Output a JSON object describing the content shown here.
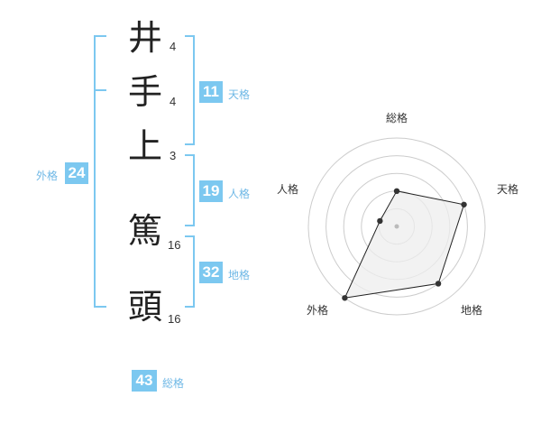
{
  "name_chars": [
    {
      "char": "井",
      "strokes": "4"
    },
    {
      "char": "手",
      "strokes": "4"
    },
    {
      "char": "上",
      "strokes": "3"
    },
    {
      "char": "篤",
      "strokes": "16"
    },
    {
      "char": "頭",
      "strokes": "16"
    }
  ],
  "scores": {
    "tenkaku": {
      "value": "11",
      "label": "天格"
    },
    "jinkaku": {
      "value": "19",
      "label": "人格"
    },
    "chikaku": {
      "value": "32",
      "label": "地格"
    },
    "gaikaku": {
      "value": "24",
      "label": "外格"
    },
    "soukaku": {
      "value": "43",
      "label": "総格"
    }
  },
  "colors": {
    "accent": "#7cc8f0",
    "bracket": "#7cc8f0",
    "label": "#6fb8e6",
    "radar_fill": "#eeeeee",
    "radar_stroke": "#222222",
    "ring": "#cccccc"
  },
  "chart_data": {
    "type": "radar",
    "axes": [
      "総格",
      "天格",
      "地格",
      "外格",
      "人格"
    ],
    "max": 5,
    "values": [
      2,
      4,
      4,
      5,
      1
    ]
  }
}
